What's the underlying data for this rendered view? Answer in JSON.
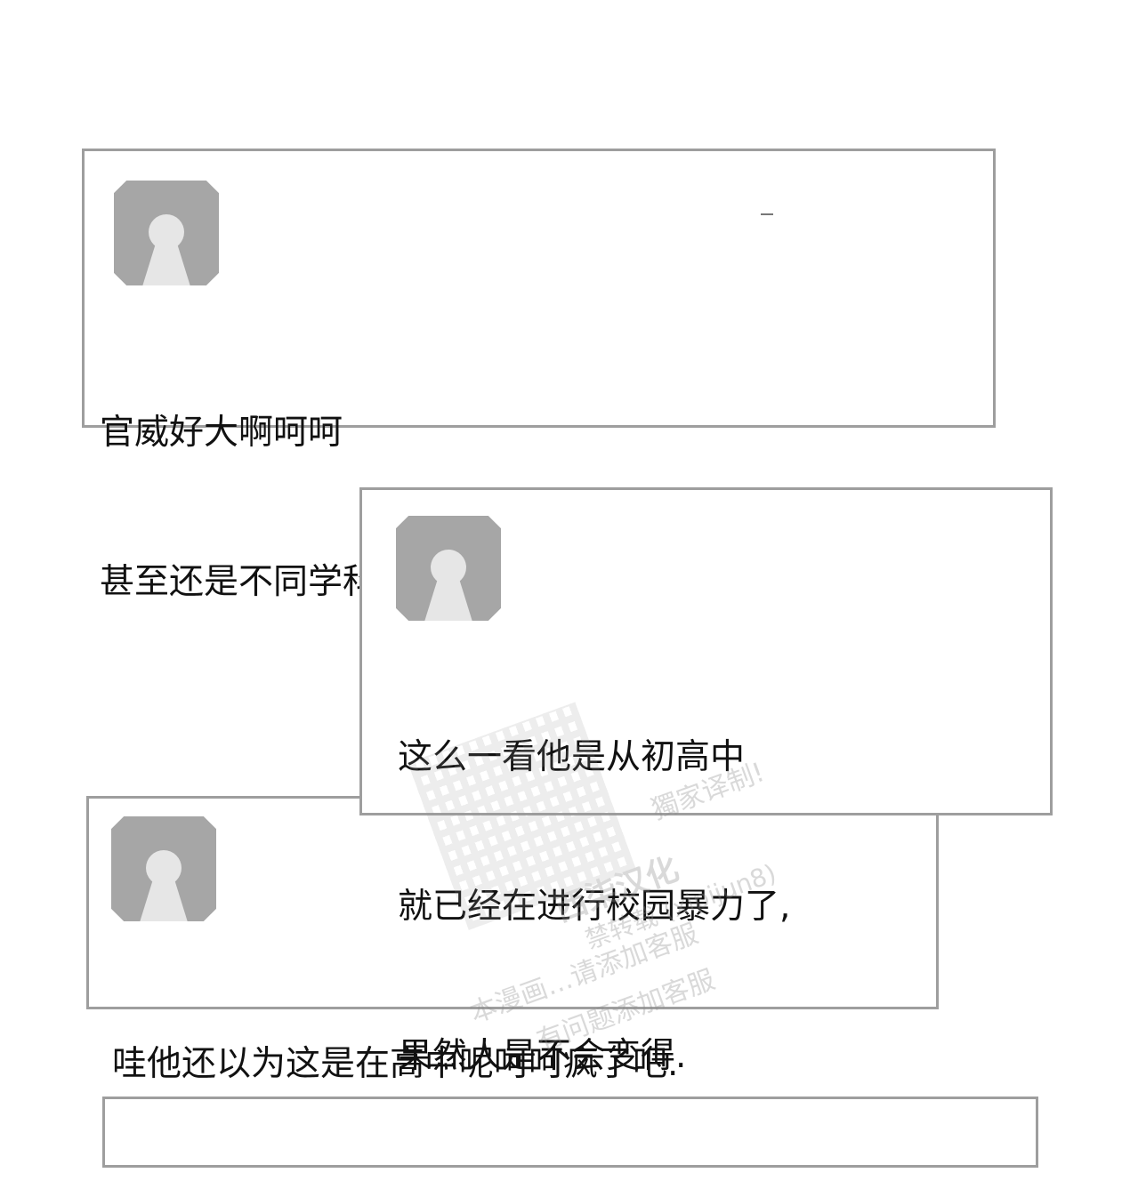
{
  "comments": [
    {
      "lines": [
        "官威好大啊呵呵",
        "甚至还是不同学科仅仅只是认识的关系而已抖抖"
      ]
    },
    {
      "lines": [
        "这么一看他是从初高中",
        "就已经在进行校园暴力了,",
        "果然人是不会变得."
      ]
    },
    {
      "lines": [
        "哇他还以为这是在高中呢呵呵疯了吧."
      ]
    }
  ],
  "watermark": {
    "line1": "獨家译制!",
    "line2": "西柒汉化",
    "line3": "禁转载 (xipijun8)",
    "line4": "本漫画…请添加客服",
    "line5": "有问题添加客服"
  }
}
